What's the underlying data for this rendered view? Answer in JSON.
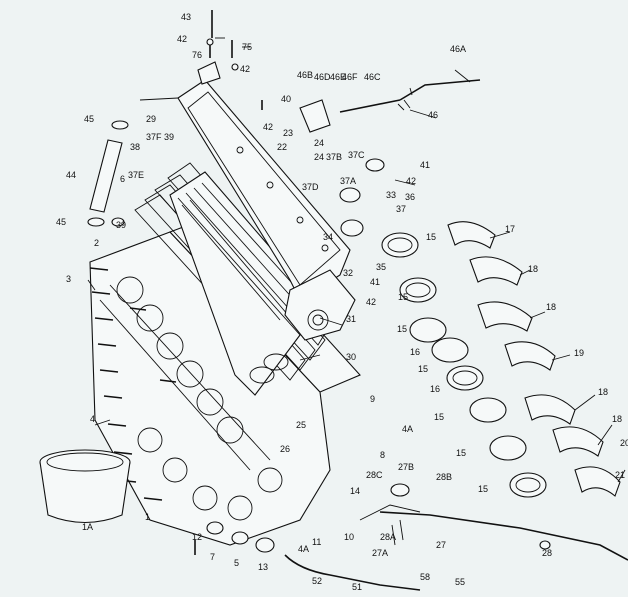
{
  "diagram": {
    "callouts": [
      {
        "id": "c43",
        "text": "43"
      },
      {
        "id": "c42a",
        "text": "42"
      },
      {
        "id": "c75",
        "text": "75"
      },
      {
        "id": "c42b",
        "text": "42"
      },
      {
        "id": "c76",
        "text": "76"
      },
      {
        "id": "c46A",
        "text": "46A"
      },
      {
        "id": "c46B",
        "text": "46B"
      },
      {
        "id": "c46D",
        "text": "46D"
      },
      {
        "id": "c46E",
        "text": "46E"
      },
      {
        "id": "c46F",
        "text": "46F"
      },
      {
        "id": "c46C",
        "text": "46C"
      },
      {
        "id": "c46",
        "text": "46"
      },
      {
        "id": "c40",
        "text": "40"
      },
      {
        "id": "c42c",
        "text": "42"
      },
      {
        "id": "c23",
        "text": "23"
      },
      {
        "id": "c45a",
        "text": "45"
      },
      {
        "id": "c29",
        "text": "29"
      },
      {
        "id": "c37F",
        "text": "37F"
      },
      {
        "id": "c39a",
        "text": "39"
      },
      {
        "id": "c38",
        "text": "38"
      },
      {
        "id": "c22",
        "text": "22"
      },
      {
        "id": "c24a",
        "text": "24"
      },
      {
        "id": "c24b",
        "text": "24"
      },
      {
        "id": "c37B",
        "text": "37B"
      },
      {
        "id": "c37C",
        "text": "37C"
      },
      {
        "id": "c41a",
        "text": "41"
      },
      {
        "id": "c44",
        "text": "44"
      },
      {
        "id": "c6",
        "text": "6"
      },
      {
        "id": "c37E",
        "text": "37E"
      },
      {
        "id": "c37D",
        "text": "37D"
      },
      {
        "id": "c37A",
        "text": "37A"
      },
      {
        "id": "c42d",
        "text": "42"
      },
      {
        "id": "c36",
        "text": "36"
      },
      {
        "id": "c37",
        "text": "37"
      },
      {
        "id": "c33",
        "text": "33"
      },
      {
        "id": "c45b",
        "text": "45"
      },
      {
        "id": "c39b",
        "text": "39"
      },
      {
        "id": "c34",
        "text": "34"
      },
      {
        "id": "c17",
        "text": "17"
      },
      {
        "id": "c2",
        "text": "2"
      },
      {
        "id": "c35",
        "text": "35"
      },
      {
        "id": "c32",
        "text": "32"
      },
      {
        "id": "c41b",
        "text": "41"
      },
      {
        "id": "c15a",
        "text": "15"
      },
      {
        "id": "c18a",
        "text": "18"
      },
      {
        "id": "c3",
        "text": "3"
      },
      {
        "id": "c15b",
        "text": "15"
      },
      {
        "id": "c42e",
        "text": "42"
      },
      {
        "id": "c18b",
        "text": "18"
      },
      {
        "id": "c31",
        "text": "31"
      },
      {
        "id": "c15c",
        "text": "15"
      },
      {
        "id": "c16a",
        "text": "16"
      },
      {
        "id": "c19",
        "text": "19"
      },
      {
        "id": "c30",
        "text": "30"
      },
      {
        "id": "c15d",
        "text": "15"
      },
      {
        "id": "c16b",
        "text": "16"
      },
      {
        "id": "c18c",
        "text": "18"
      },
      {
        "id": "c9",
        "text": "9"
      },
      {
        "id": "c15e",
        "text": "15"
      },
      {
        "id": "c18d",
        "text": "18"
      },
      {
        "id": "c4",
        "text": "4"
      },
      {
        "id": "c25",
        "text": "25"
      },
      {
        "id": "c4A",
        "text": "4A"
      },
      {
        "id": "c26",
        "text": "26"
      },
      {
        "id": "c20",
        "text": "20"
      },
      {
        "id": "c8",
        "text": "8"
      },
      {
        "id": "c15f",
        "text": "15"
      },
      {
        "id": "c27B",
        "text": "27B"
      },
      {
        "id": "c28C",
        "text": "28C"
      },
      {
        "id": "c28B",
        "text": "28B"
      },
      {
        "id": "c21",
        "text": "21"
      },
      {
        "id": "c1A",
        "text": "1A"
      },
      {
        "id": "c14",
        "text": "14"
      },
      {
        "id": "c15g",
        "text": "15"
      },
      {
        "id": "c1",
        "text": "1"
      },
      {
        "id": "c12",
        "text": "12"
      },
      {
        "id": "c10",
        "text": "10"
      },
      {
        "id": "c11",
        "text": "11"
      },
      {
        "id": "c28A",
        "text": "28A"
      },
      {
        "id": "c27",
        "text": "27"
      },
      {
        "id": "c28",
        "text": "28"
      },
      {
        "id": "c7",
        "text": "7"
      },
      {
        "id": "c5",
        "text": "5"
      },
      {
        "id": "c13",
        "text": "13"
      },
      {
        "id": "c4Ab",
        "text": "4A"
      },
      {
        "id": "c27A",
        "text": "27A"
      },
      {
        "id": "c52",
        "text": "52"
      },
      {
        "id": "c51",
        "text": "51"
      },
      {
        "id": "c58",
        "text": "58"
      },
      {
        "id": "c55",
        "text": "55"
      }
    ]
  }
}
